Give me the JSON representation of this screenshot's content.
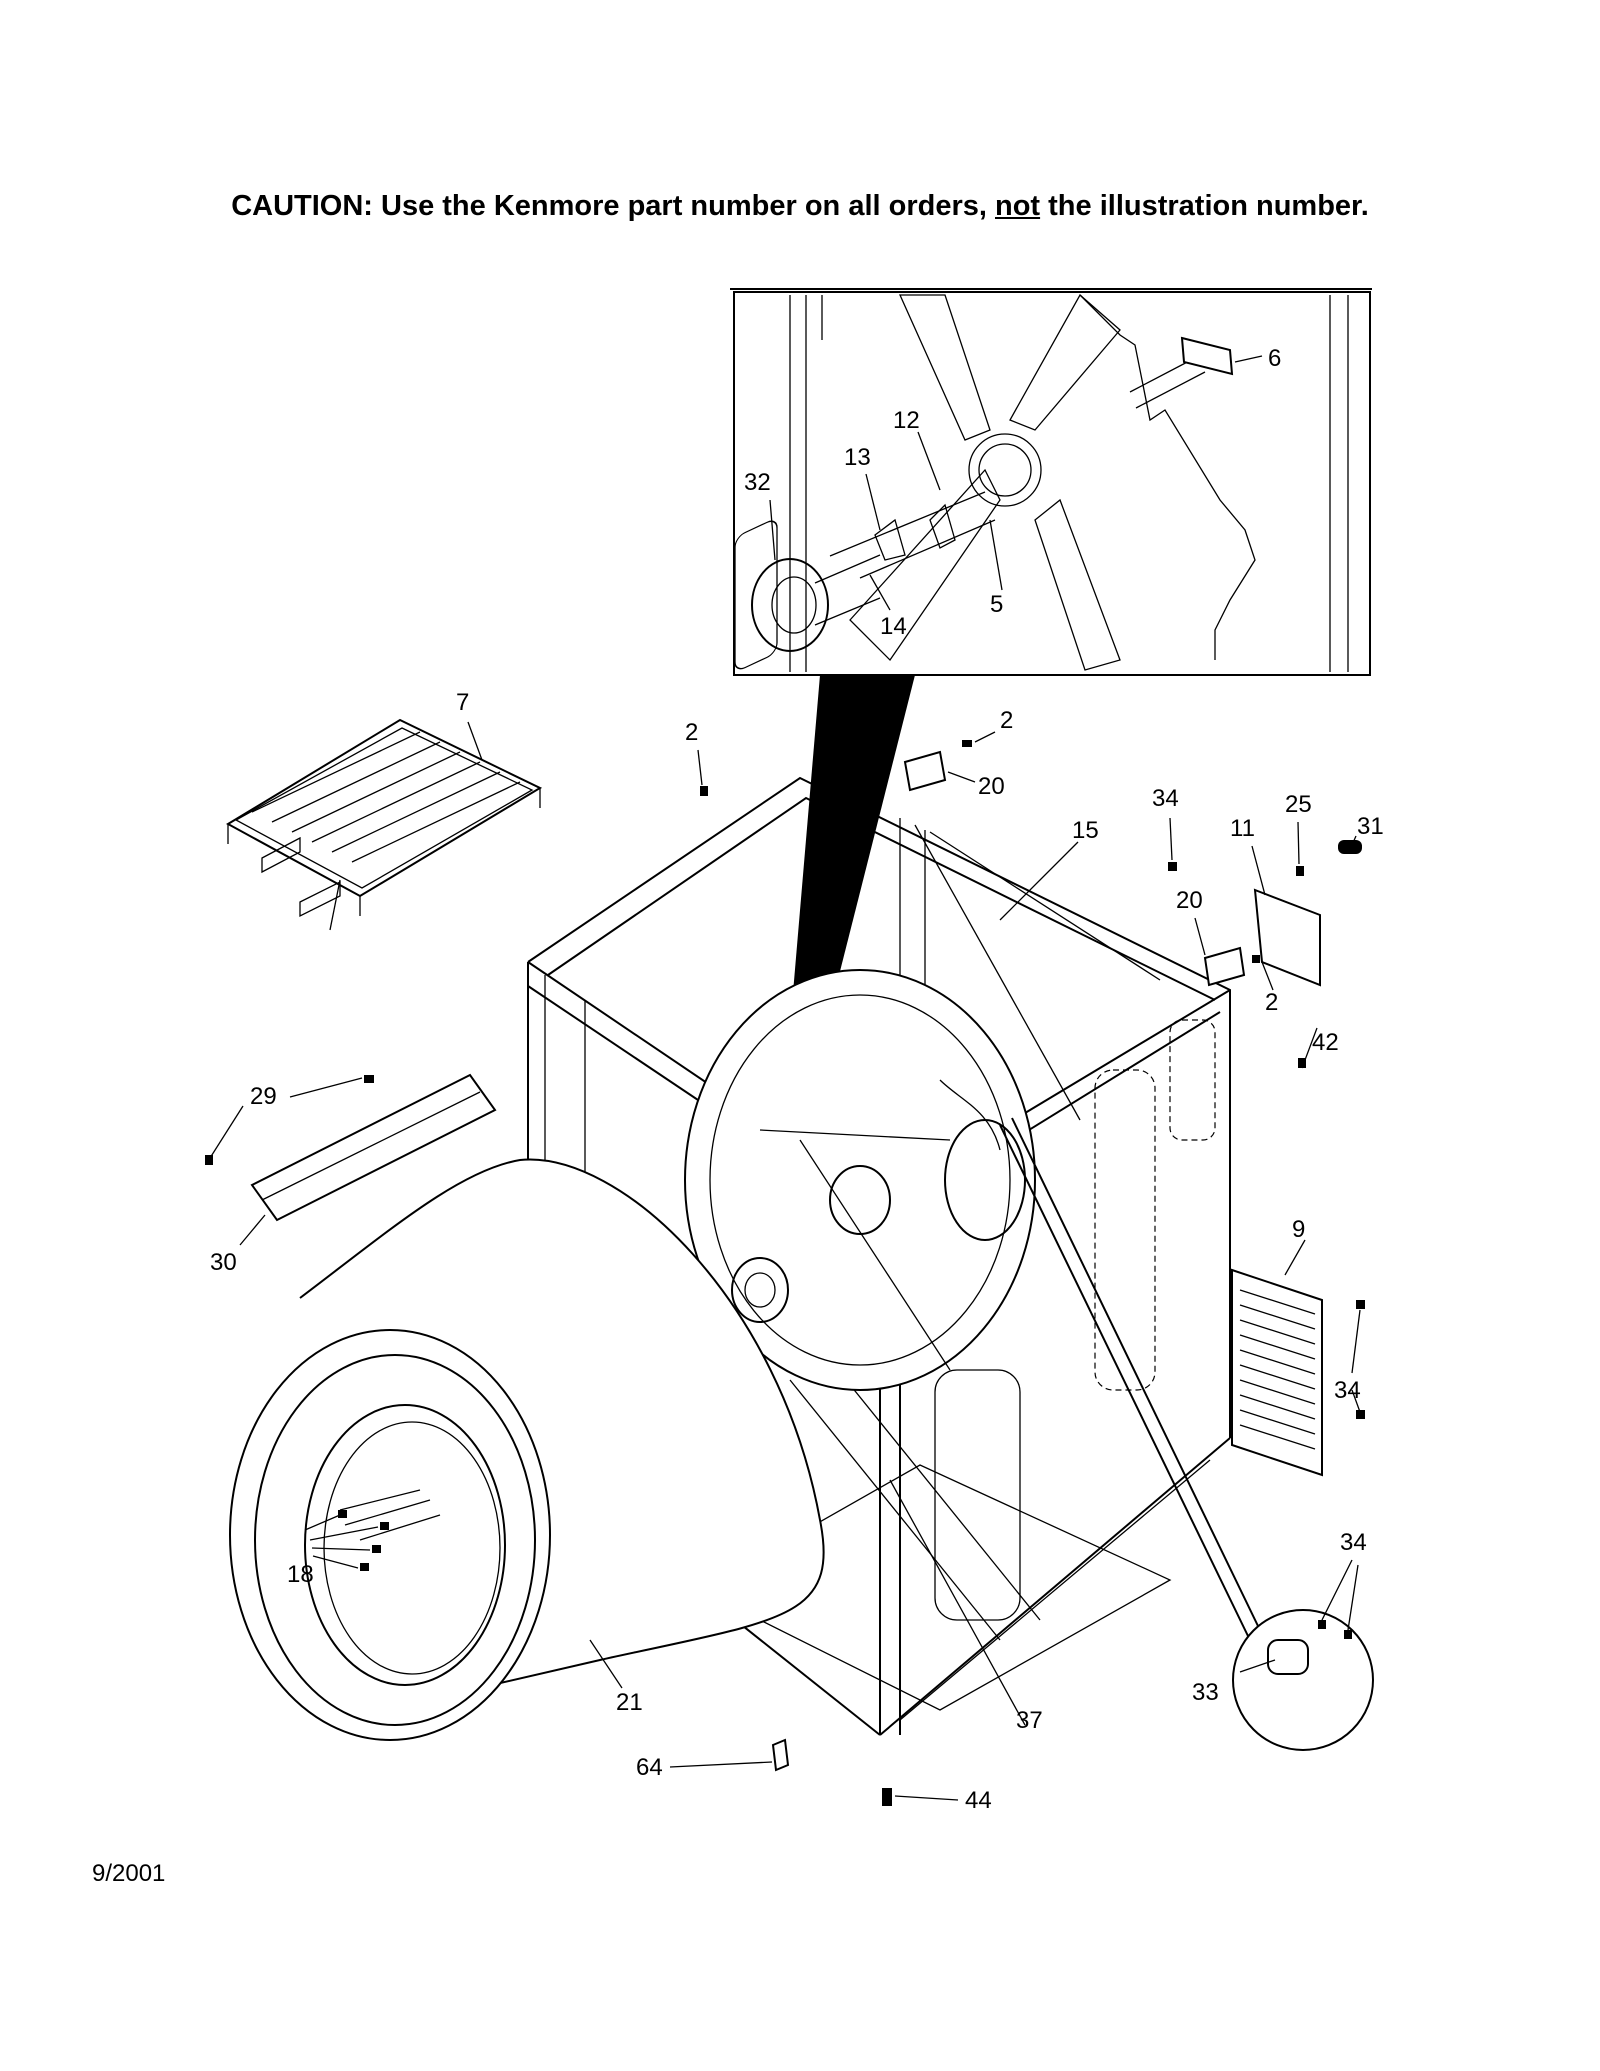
{
  "caption": {
    "before": "CAUTION: Use the Kenmore part number on all orders, ",
    "emphasis": "not",
    "after": " the illustration number."
  },
  "date": "9/2001",
  "callouts": {
    "c6": "6",
    "c12": "12",
    "c13": "13",
    "c32": "32",
    "c14": "14",
    "c5": "5",
    "c7": "7",
    "c2a": "2",
    "c2b": "2",
    "c20a": "20",
    "c15": "15",
    "c34a": "34",
    "c11": "11",
    "c25": "25",
    "c31": "31",
    "c20b": "20",
    "c2c": "2",
    "c42": "42",
    "c29": "29",
    "c30": "30",
    "c9": "9",
    "c34b": "34",
    "c18": "18",
    "c34c": "34",
    "c33": "33",
    "c21": "21",
    "c37": "37",
    "c64": "64",
    "c44": "44"
  }
}
